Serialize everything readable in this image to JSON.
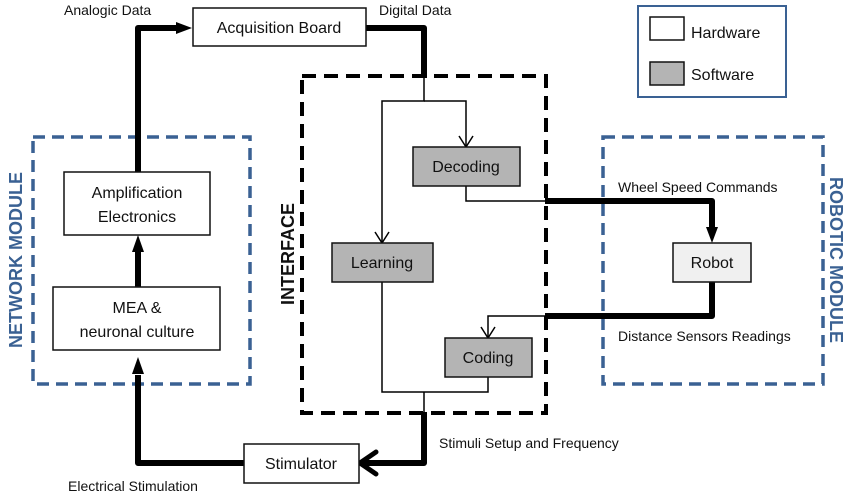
{
  "legend": {
    "hardware_label": "Hardware",
    "software_label": "Software",
    "hardware_color": "#ffffff",
    "software_color": "#b4b4b4",
    "frame_color": "#3a6193"
  },
  "modules": {
    "network": "NETWORK MODULE",
    "interface": "INTERFACE",
    "robotic": "ROBOTIC MODULE"
  },
  "blocks": {
    "acquisition_board": "Acquisition Board",
    "amplification_line1": "Amplification",
    "amplification_line2": "Electronics",
    "mea_line1": "MEA &",
    "mea_line2": "neuronal culture",
    "decoding": "Decoding",
    "learning": "Learning",
    "coding": "Coding",
    "robot": "Robot",
    "stimulator": "Stimulator"
  },
  "labels": {
    "analogic_data": "Analogic Data",
    "digital_data": "Digital Data",
    "wheel_speed": "Wheel Speed Commands",
    "distance_sensors": "Distance Sensors Readings",
    "stimuli_setup": "Stimuli Setup and Frequency",
    "electrical_stimulation": "Electrical Stimulation"
  },
  "colors": {
    "module_blue": "#3a6193",
    "line": "#000000"
  }
}
